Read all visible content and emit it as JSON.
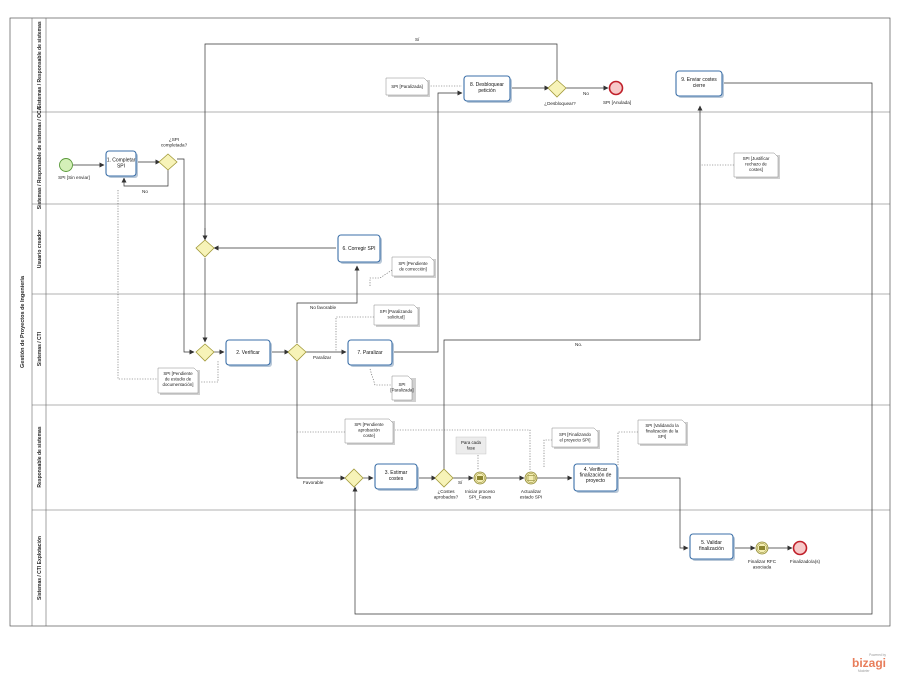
{
  "pool": {
    "name": "Gestión de Proyectos de Ingeniería"
  },
  "lanes": [
    {
      "name": "Sistemas / Responsable de sistemas"
    },
    {
      "name": "Sistemas / Responsable de sistemas / OCA"
    },
    {
      "name": "Usuario creador"
    },
    {
      "name": "Sistemas / CTI"
    },
    {
      "name": "Responsable de sistemas"
    },
    {
      "name": "Sistemas / CTI Explotación"
    }
  ],
  "tasks": {
    "completar": [
      "1. Completar",
      "SPI"
    ],
    "verificar": [
      "2. Verificar"
    ],
    "estimar": [
      "3. Estimar",
      "costes"
    ],
    "verificar_fin": [
      "4. Verificar",
      "finalización de",
      "proyecto"
    ],
    "validar": [
      "5. Validar",
      "finalización"
    ],
    "corregir": [
      "6. Corregir SPI"
    ],
    "paralizar": [
      "7. Paralizar"
    ],
    "desbloquear": [
      "8. Desbloquear",
      "petición"
    ],
    "enviar": [
      "9. Enviar costes",
      "cierre"
    ]
  },
  "events": {
    "start": "SPI [Sin enviar]",
    "anulada": "SPI [Anulada]",
    "iniciar": [
      "Iniciar proceso",
      "SPI_Fases"
    ],
    "actualizar": [
      "Actualizar",
      "estado SPI"
    ],
    "finalizar_rfc": [
      "Finalizar RFC",
      "asociada"
    ],
    "finalizado": "Finalizado/a(s)"
  },
  "gateways": {
    "completada": [
      "¿SPI",
      "completada?"
    ],
    "desbloquear": "¿Desbloquear?",
    "costes": [
      "¿Costes",
      "aprobados?"
    ]
  },
  "flow_labels": {
    "si_top": "Sí",
    "no_completar": "No",
    "no_desbloquear": "No",
    "no_favorable": "No favorable",
    "paralizar": "Paralizar",
    "favorable": "Favorable",
    "si_costes": "Sí",
    "no_costes": "No."
  },
  "artifacts": {
    "paralizada_top": [
      "SPI [Paralizada]"
    ],
    "justificar": [
      "SPI [Justificar",
      "rechazo de",
      "costes]"
    ],
    "pendiente_correccion": [
      "SPI [Pendiente",
      "de corrección]"
    ],
    "paralizando": [
      "SPI [Paralizando",
      "solicitud]"
    ],
    "pendiente_estudio": [
      "SPI [Pendiente",
      "de estudio de",
      "documentación]"
    ],
    "paralizada_cti": [
      "SPI",
      "[Paralizada]"
    ],
    "pendiente_aprobacion": [
      "SPI [Pendiente",
      "aprobación",
      "coste]"
    ],
    "cada_fase": [
      "Para cada",
      "fase"
    ],
    "finalizando": [
      "SPI [Finalizando",
      "el proyecto SPI]"
    ],
    "validando": [
      "SPI [Validando la",
      "finalización de la",
      "SPI]"
    ]
  },
  "branding": {
    "powered": "Powered by",
    "name": "bizagi",
    "sub": "Modeler"
  }
}
